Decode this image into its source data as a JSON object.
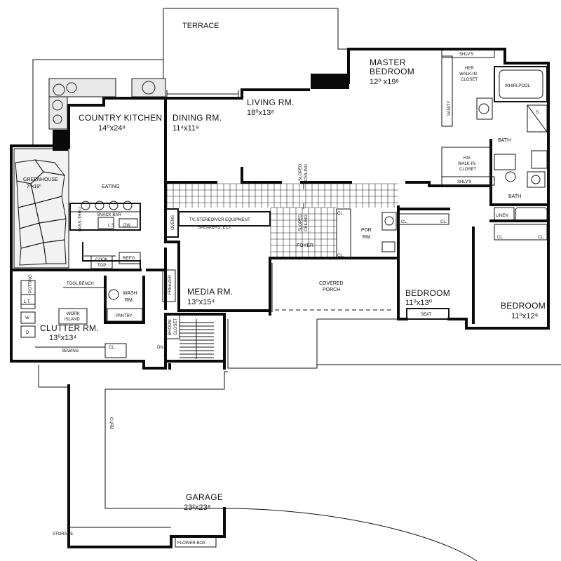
{
  "rooms": {
    "terrace": "TERRACE",
    "master_bedroom_name": "MASTER",
    "master_bedroom_name2": "BEDROOM",
    "master_bedroom_dim": "12⁰ x19⁸",
    "country_kitchen_name": "COUNTRY KITCHEN",
    "country_kitchen_dim": "14⁰x24⁸",
    "dining_name": "DINING RM.",
    "dining_dim": "11⁴x11⁸",
    "living_name": "LIVING RM.",
    "living_dim": "18⁰x13⁸",
    "greenhouse_name": "GREENHOUSE",
    "greenhouse_dim": "7⁸x18⁰",
    "eating": "EATING",
    "clutter_name": "CLUTTER RM.",
    "clutter_dim": "13⁰x13⁴",
    "media_name": "MEDIA RM.",
    "media_dim": "13⁰x15⁴",
    "covered_porch_1": "COVERED",
    "covered_porch_2": "PORCH",
    "foyer": "FOYER",
    "pdr_rm_1": "PDR.",
    "pdr_rm_2": "RM.",
    "bedroom1_name": "BEDROOM",
    "bedroom1_dim": "11⁰x13⁰",
    "bedroom2_name": "BEDROOM",
    "bedroom2_dim": "11⁰x12⁸",
    "wash_rm_1": "WASH",
    "wash_rm_2": "RM.",
    "pantry": "PANTRY",
    "garage_name": "GARAGE",
    "garage_dim": "23²x23⁸",
    "storage": "STORAGE",
    "bath1": "BATH",
    "bath2": "BATH"
  },
  "fixtures": {
    "shlvs_top": "SHLV'S",
    "her_walkin_1": "HER",
    "her_walkin_2": "WALK-IN",
    "her_walkin_3": "CLOSET",
    "whirlpool": "WHIRLPOOL",
    "vanity": "VANITY",
    "shower": "S",
    "his_walkin_1": "HIS",
    "his_walkin_2": "WALK-IN",
    "his_walkin_3": "CLOSET",
    "shlvs_bottom": "SHLV'S",
    "linen": "LINEN",
    "snack_bar": "SNACK BAR",
    "pass_thru": "PASS-THRU",
    "dw": "DW",
    "ls": "L.S.",
    "cook_top_1": "COOK",
    "cook_top_2": "TOP",
    "refg": "REF'G",
    "ovens": "OVENS",
    "tv_equipment": "TV.,STEREO/VCR EQUIPMENT",
    "speakers": "SPEAKERS, ECT.",
    "tool_bench": "TOOL BENCH",
    "potting": "POTTING",
    "lt": "L.T.",
    "w": "W",
    "d": "D",
    "work_island_1": "WORK",
    "work_island_2": "ISLAND",
    "sewing": "SEWING",
    "cl": "CL.",
    "freezer": "FREEZER",
    "broom_closet_1": "BROOM",
    "broom_closet_2": "CLOSET",
    "dn": "DN.",
    "sloped_ceiling_1a": "SLOPED",
    "sloped_ceiling_1b": "CEILING",
    "sloped_ceiling_2a": "SLOPED",
    "sloped_ceiling_2b": "CEILING",
    "seat": "SEAT",
    "curb": "CURB",
    "flower_box": "FLOWER BOX"
  }
}
